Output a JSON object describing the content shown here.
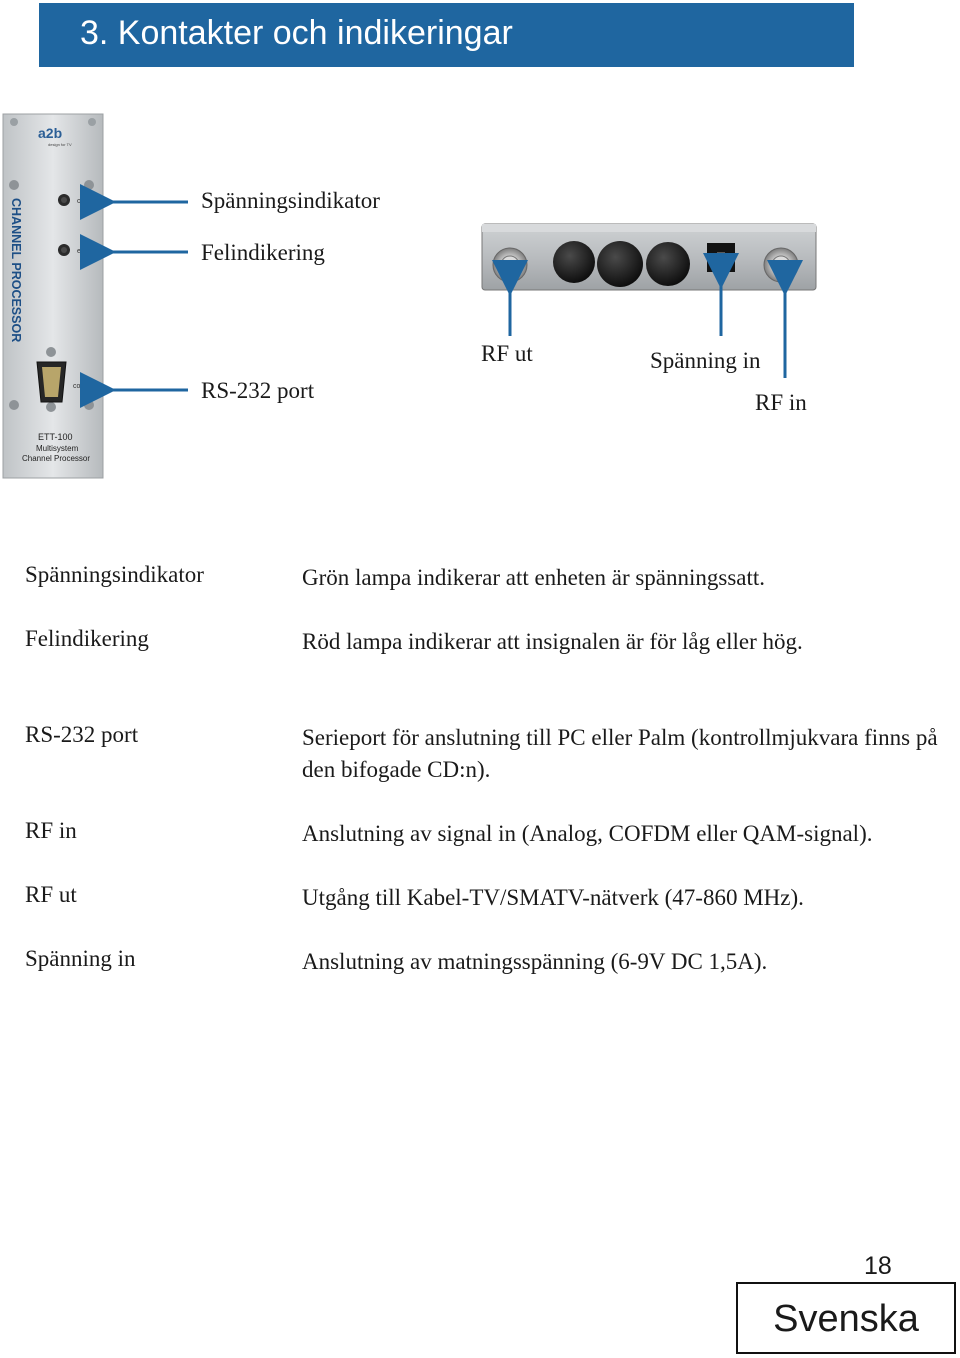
{
  "header": {
    "title": "3. Kontakter och indikeringar",
    "color": "#1f66a0"
  },
  "front_panel": {
    "brand": "a2b",
    "brand_sub": "design for TV",
    "vertical_text": "CHANNEL PROCESSOR",
    "led_on_label": "on",
    "led_error_label": "error",
    "control_label": "control",
    "model_line1": "ETT-100",
    "model_line2": "Multisystem",
    "model_line3": "Channel Processor"
  },
  "callouts": {
    "power_indicator": "Spänningsindikator",
    "fault_indicator": "Felindikering",
    "rs232": "RS-232 port",
    "rf_out": "RF ut",
    "power_in": "Spänning in",
    "rf_in": "RF in",
    "arrow_color": "#1f66a0"
  },
  "definitions": [
    {
      "term": "Spänningsindikator",
      "desc": "Grön lampa indikerar att enheten är spänningssatt."
    },
    {
      "term": "Felindikering",
      "desc": "Röd lampa indikerar att insignalen är för låg eller hög."
    },
    {
      "term": "RS-232 port",
      "desc": "Serieport för anslutning till PC eller Palm (kontrollmjukvara finns på den bifogade CD:n)."
    },
    {
      "term": "RF in",
      "desc": "Anslutning av signal in (Analog, COFDM eller QAM-signal)."
    },
    {
      "term": "RF ut",
      "desc": "Utgång till Kabel-TV/SMATV-nätverk (47-860 MHz)."
    },
    {
      "term": "Spänning in",
      "desc": "Anslutning av matningsspänning (6-9V DC 1,5A)."
    }
  ],
  "footer": {
    "page_number": "18",
    "language": "Svenska"
  }
}
